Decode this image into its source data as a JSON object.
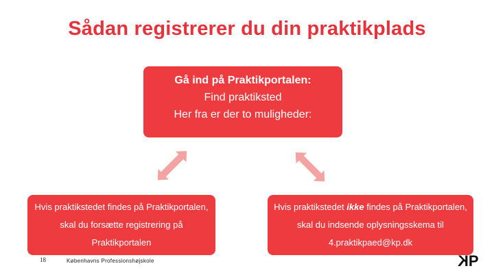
{
  "title": "Sådan registrerer du din praktikplads",
  "top_box": {
    "line1": "Gå ind på Praktikportalen:",
    "line2": "Find praktiksted",
    "line3": "Her fra er der to muligheder:"
  },
  "left_box": {
    "line1": "Hvis praktikstedet findes på Praktikportalen,",
    "line2": "skal du forsætte registrering på",
    "line3": "Praktikportalen"
  },
  "right_box": {
    "line1_pre": "Hvis praktikstedet ",
    "line1_em": "ikke",
    "line1_post": " findes på Praktikportalen,",
    "line2": "skal du indsende oplysningsskema til",
    "line3": "4.praktikpaed@kp.dk"
  },
  "footer": {
    "page_number": "18",
    "organization": "Københavns Professionshøjskole",
    "logo": "KP"
  },
  "colors": {
    "accent": "#ee3b40",
    "title": "#e5323b",
    "arrow": "#f4a3a3"
  }
}
